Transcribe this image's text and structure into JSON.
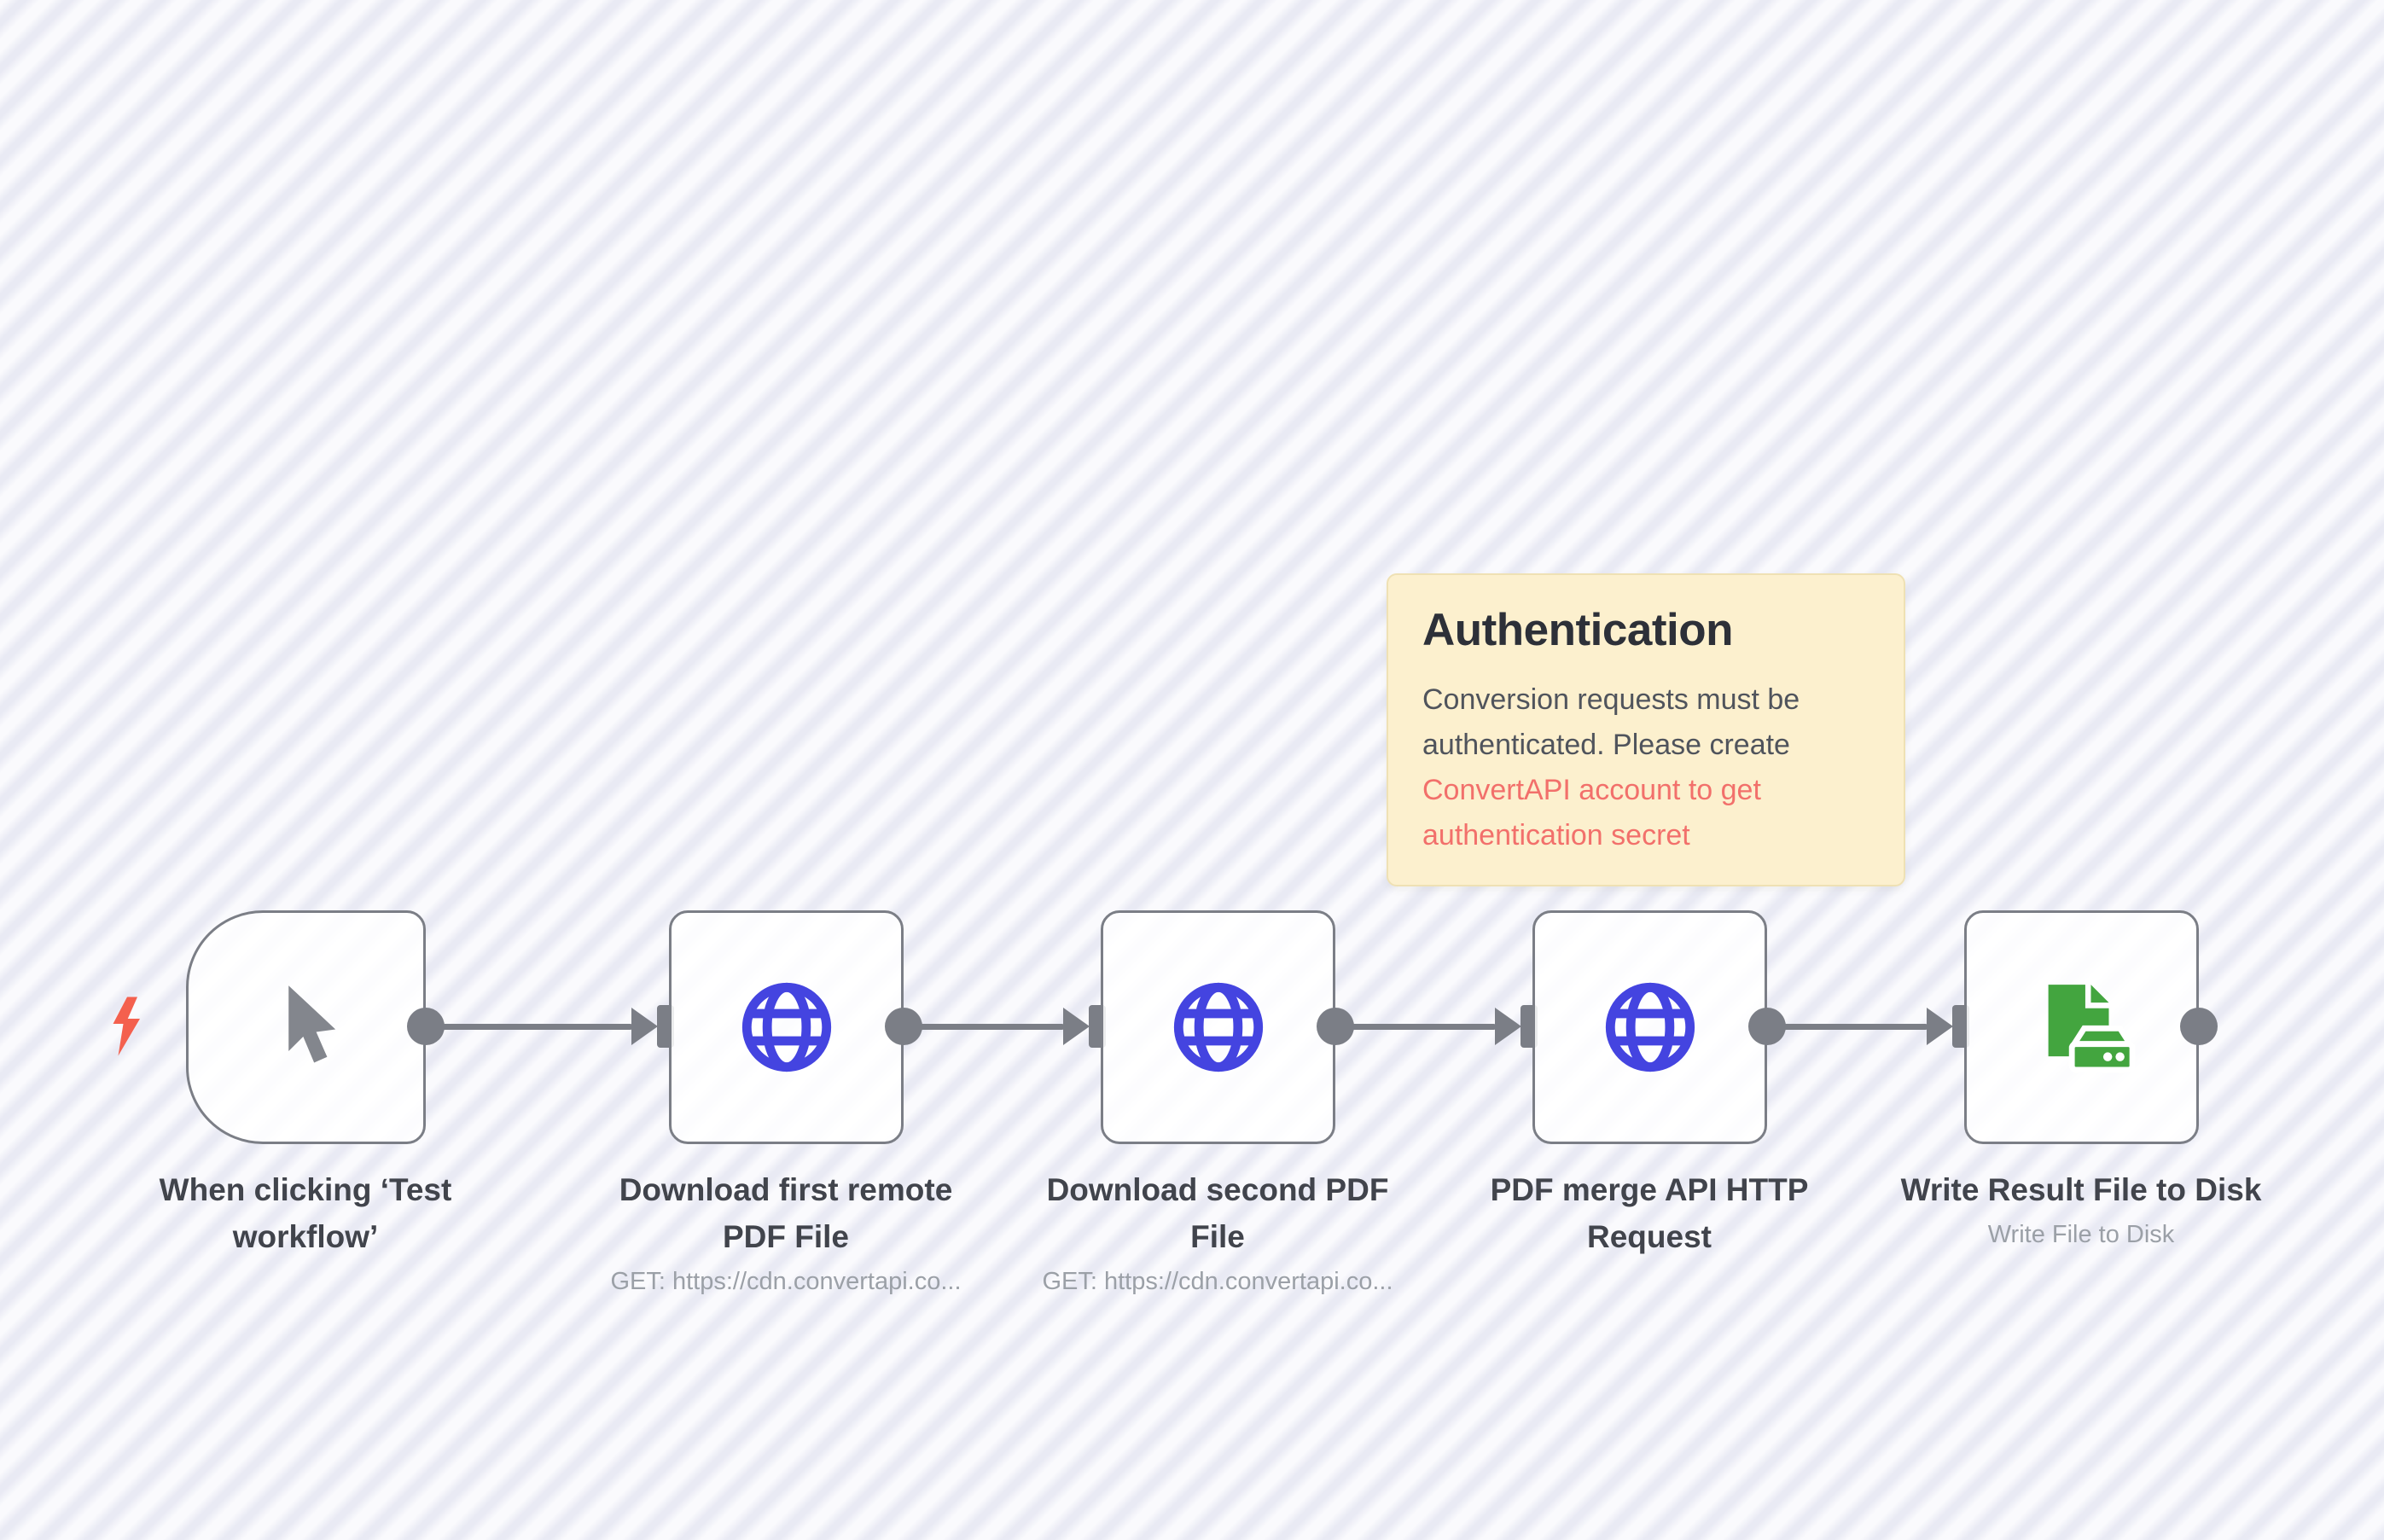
{
  "canvas": {
    "stripe_light": "#fafafd",
    "stripe_dark": "#e9eaf4"
  },
  "sticky_note": {
    "title": "Authentication",
    "body": "Conversion requests must be authenticated. Please create",
    "link_line1": "ConvertAPI account to get",
    "link_line2": "authentication secret",
    "background_color": "#fcf0ce",
    "border_color": "#efe1b4",
    "link_color": "#f2706b"
  },
  "nodes": [
    {
      "id": "manual-trigger",
      "title": "When clicking ‘Test workflow’",
      "title_lines": [
        "When clicking ‘Test",
        "workflow’"
      ],
      "subtitle": "",
      "icon": "cursor-icon",
      "icon_color": "#83868d",
      "shape": "trigger-rounded-left",
      "badge": "lightning-bolt",
      "badge_color": "#f4604e"
    },
    {
      "id": "download-first-pdf",
      "title": "Download first remote PDF File",
      "title_lines": [
        "Download first remote",
        "PDF File"
      ],
      "subtitle": "GET: https://cdn.convertapi.co...",
      "icon": "globe-icon",
      "icon_color": "#4444e0",
      "shape": "square"
    },
    {
      "id": "download-second-pdf",
      "title": "Download second PDF File",
      "title_lines": [
        "Download second PDF",
        "File"
      ],
      "subtitle": "GET: https://cdn.convertapi.co...",
      "icon": "globe-icon",
      "icon_color": "#4444e0",
      "shape": "square"
    },
    {
      "id": "pdf-merge-api",
      "title": "PDF merge API HTTP Request",
      "title_lines": [
        "PDF merge API HTTP",
        "Request"
      ],
      "subtitle": "",
      "icon": "globe-icon",
      "icon_color": "#4444e0",
      "shape": "square"
    },
    {
      "id": "write-result-file",
      "title": "Write Result File to Disk",
      "title_lines": [
        "Write Result File to Disk"
      ],
      "subtitle": "Write File to Disk",
      "icon": "file-to-disk-icon",
      "icon_color": "#43a53f",
      "shape": "square"
    }
  ],
  "connections": [
    {
      "from": "manual-trigger",
      "to": "download-first-pdf"
    },
    {
      "from": "download-first-pdf",
      "to": "download-second-pdf"
    },
    {
      "from": "download-second-pdf",
      "to": "pdf-merge-api"
    },
    {
      "from": "pdf-merge-api",
      "to": "write-result-file"
    }
  ],
  "wire_color": "#7b7e86",
  "node_border_color": "#7b7e86",
  "title_color": "#41444c",
  "subtitle_color": "#9ba0a7"
}
